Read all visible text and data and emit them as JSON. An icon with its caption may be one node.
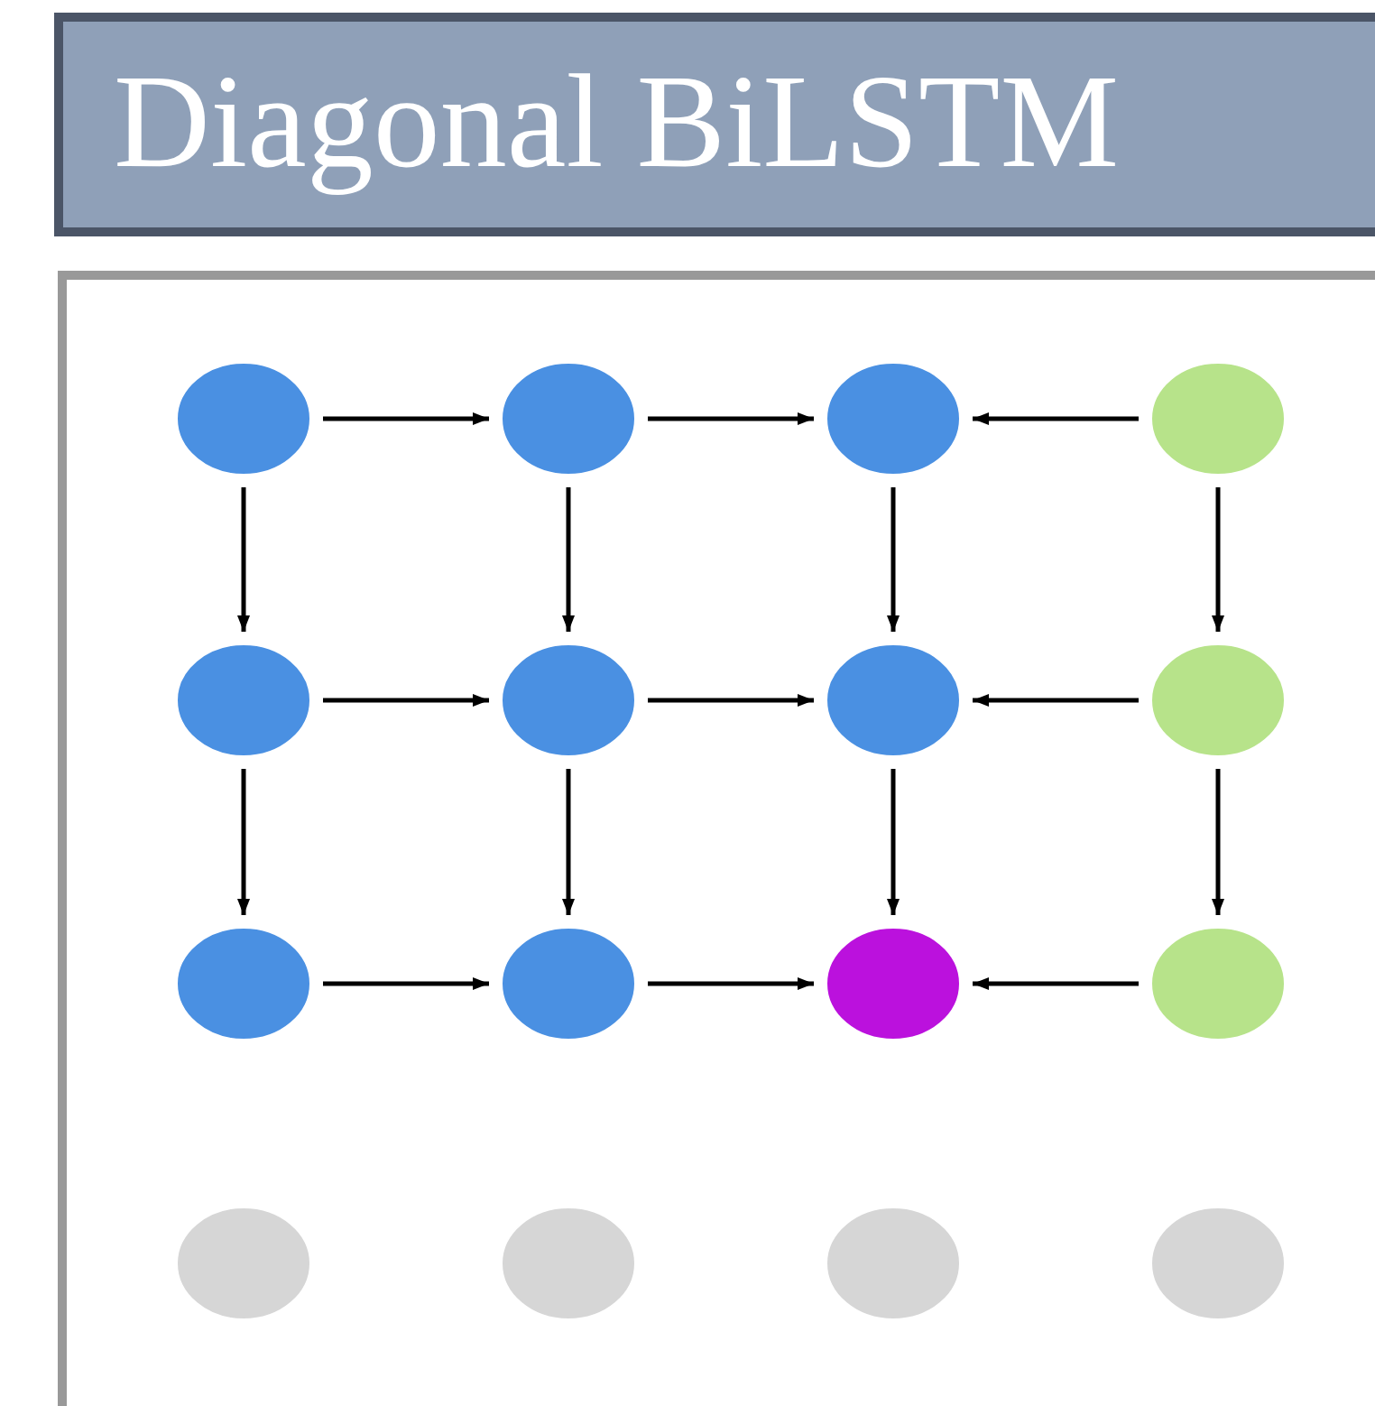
{
  "diagram": {
    "title": "Diagonal BiLSTM",
    "nodes": [
      {
        "text": [],
        "shape": "circle"
      },
      {
        "text": [],
        "shape": "circle"
      },
      {
        "text": [],
        "shape": "circle"
      },
      {
        "text": [],
        "shape": "circle"
      },
      {
        "text": [],
        "shape": "circle"
      },
      {
        "text": [],
        "shape": "circle"
      },
      {
        "text": [],
        "shape": "circle"
      },
      {
        "text": [],
        "shape": "circle"
      },
      {
        "text": [],
        "shape": "circle"
      },
      {
        "text": [],
        "shape": "circle"
      },
      {
        "text": [],
        "shape": "circle"
      },
      {
        "text": [],
        "shape": "circle"
      },
      {
        "text": [],
        "shape": "circle"
      },
      {
        "text": [],
        "shape": "circle"
      },
      {
        "text": [],
        "shape": "circle"
      },
      {
        "text": [],
        "shape": "circle"
      }
    ],
    "edges": [
      {
        "from": 0,
        "to": 1,
        "arrow": "to"
      },
      {
        "from": 1,
        "to": 2,
        "arrow": "to"
      },
      {
        "from": 3,
        "to": 2,
        "arrow": "to"
      },
      {
        "from": 4,
        "to": 5,
        "arrow": "to"
      },
      {
        "from": 5,
        "to": 6,
        "arrow": "to"
      },
      {
        "from": 7,
        "to": 6,
        "arrow": "to"
      },
      {
        "from": 8,
        "to": 9,
        "arrow": "to"
      },
      {
        "from": 9,
        "to": 10,
        "arrow": "to"
      },
      {
        "from": 11,
        "to": 10,
        "arrow": "to"
      },
      {
        "from": 0,
        "to": 4,
        "arrow": "to"
      },
      {
        "from": 4,
        "to": 8,
        "arrow": "to"
      },
      {
        "from": 1,
        "to": 5,
        "arrow": "to"
      },
      {
        "from": 5,
        "to": 9,
        "arrow": "to"
      },
      {
        "from": 2,
        "to": 6,
        "arrow": "to"
      },
      {
        "from": 6,
        "to": 10,
        "arrow": "to"
      },
      {
        "from": 3,
        "to": 7,
        "arrow": "to"
      },
      {
        "from": 7,
        "to": 11,
        "arrow": "to"
      }
    ]
  }
}
